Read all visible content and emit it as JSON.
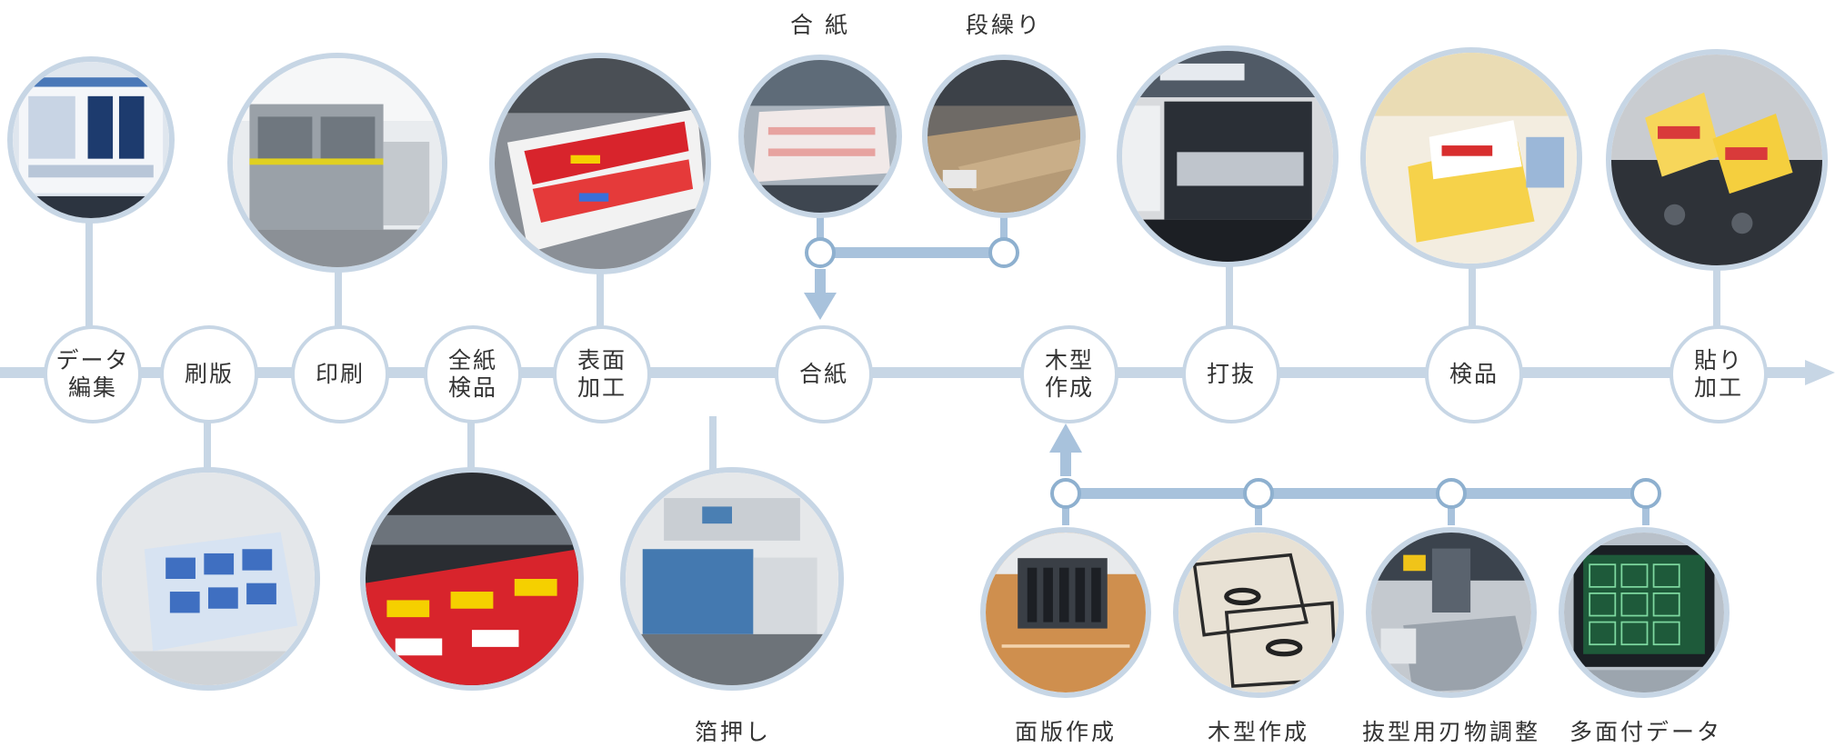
{
  "steps": [
    {
      "label": "データ\n編集"
    },
    {
      "label": "刷版"
    },
    {
      "label": "印刷"
    },
    {
      "label": "全紙\n検品"
    },
    {
      "label": "表面\n加工"
    },
    {
      "label": "合紙"
    },
    {
      "label": "木型\n作成"
    },
    {
      "label": "打抜"
    },
    {
      "label": "検品"
    },
    {
      "label": "貼り\n加工"
    }
  ],
  "captions": {
    "laminating": "合 紙",
    "corrugating": "段繰り",
    "foil_stamping": "箔押し",
    "face_plate": "面版作成",
    "wooden_die": "木型作成",
    "blade_adjust": "抜型用刃物調整",
    "multi_up_data": "多面付データ"
  },
  "colors": {
    "line": "#c7d6e5",
    "connector": "#8eb0cf",
    "arrow": "#a8c2dc",
    "text": "#333333"
  }
}
